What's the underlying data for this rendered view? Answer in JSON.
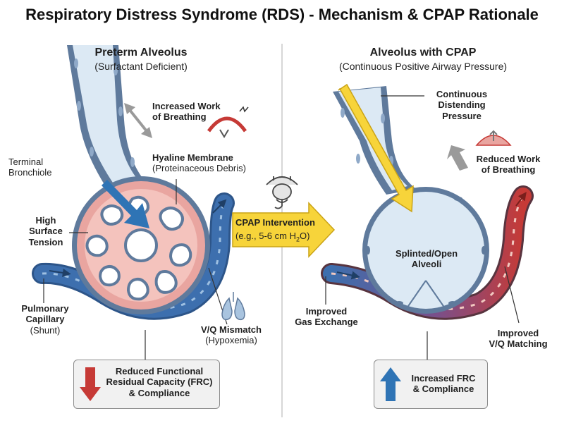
{
  "title": "Respiratory Distress Syndrome (RDS) - Mechanism & CPAP Rationale",
  "colors": {
    "airway_wall": "#5f7a9c",
    "airway_lumen": "#dce9f4",
    "inflamed": "#e9a5a0",
    "capillary_blue": "#3d6fae",
    "capillary_red": "#c63a36",
    "cpap_arrow": "#f7d43a",
    "down_arrow": "#c63a36",
    "up_arrow": "#2f74b5"
  },
  "left_panel": {
    "heading": "Preterm Alveolus",
    "subheading": "(Surfactant Deficient)",
    "labels": {
      "work_line1": "Increased Work",
      "work_line2": "of Breathing",
      "terminal_line1": "Terminal",
      "terminal_line2": "Bronchiole",
      "hyaline_line1": "Hyaline Membrane",
      "hyaline_line2": "(Proteinaceous Debris)",
      "tension_line1": "High",
      "tension_line2": "Surface",
      "tension_line3": "Tension",
      "capillary_line1": "Pulmonary",
      "capillary_line2": "Capillary",
      "capillary_line3": "(Shunt)",
      "vq_line1": "V/Q Mismatch",
      "vq_line2": "(Hypoxemia)"
    },
    "result_box": {
      "line1": "Reduced Functional",
      "line2": "Residual Capacity (FRC)",
      "line3": "& Compliance",
      "icon": "down-arrow-icon"
    }
  },
  "intervention": {
    "label": "CPAP Intervention",
    "detail_prefix": "(e.g., 5-6 cm H",
    "detail_sub": "2",
    "detail_suffix": "O)",
    "icon": "cpap-mask-icon"
  },
  "right_panel": {
    "heading": "Alveolus with CPAP",
    "subheading": "(Continuous Positive Airway Pressure)",
    "labels": {
      "pressure_line1": "Continuous",
      "pressure_line2": "Distending",
      "pressure_line3": "Pressure",
      "work_line1": "Reduced Work",
      "work_line2": "of Breathing",
      "splinted_line1": "Splinted/Open",
      "splinted_line2": "Alveoli",
      "gas_line1": "Improved",
      "gas_line2": "Gas Exchange",
      "vq_line1": "Improved",
      "vq_line2": "V/Q Matching"
    },
    "result_box": {
      "line1": "Increased FRC",
      "line2": "& Compliance",
      "icon": "up-arrow-icon"
    }
  }
}
